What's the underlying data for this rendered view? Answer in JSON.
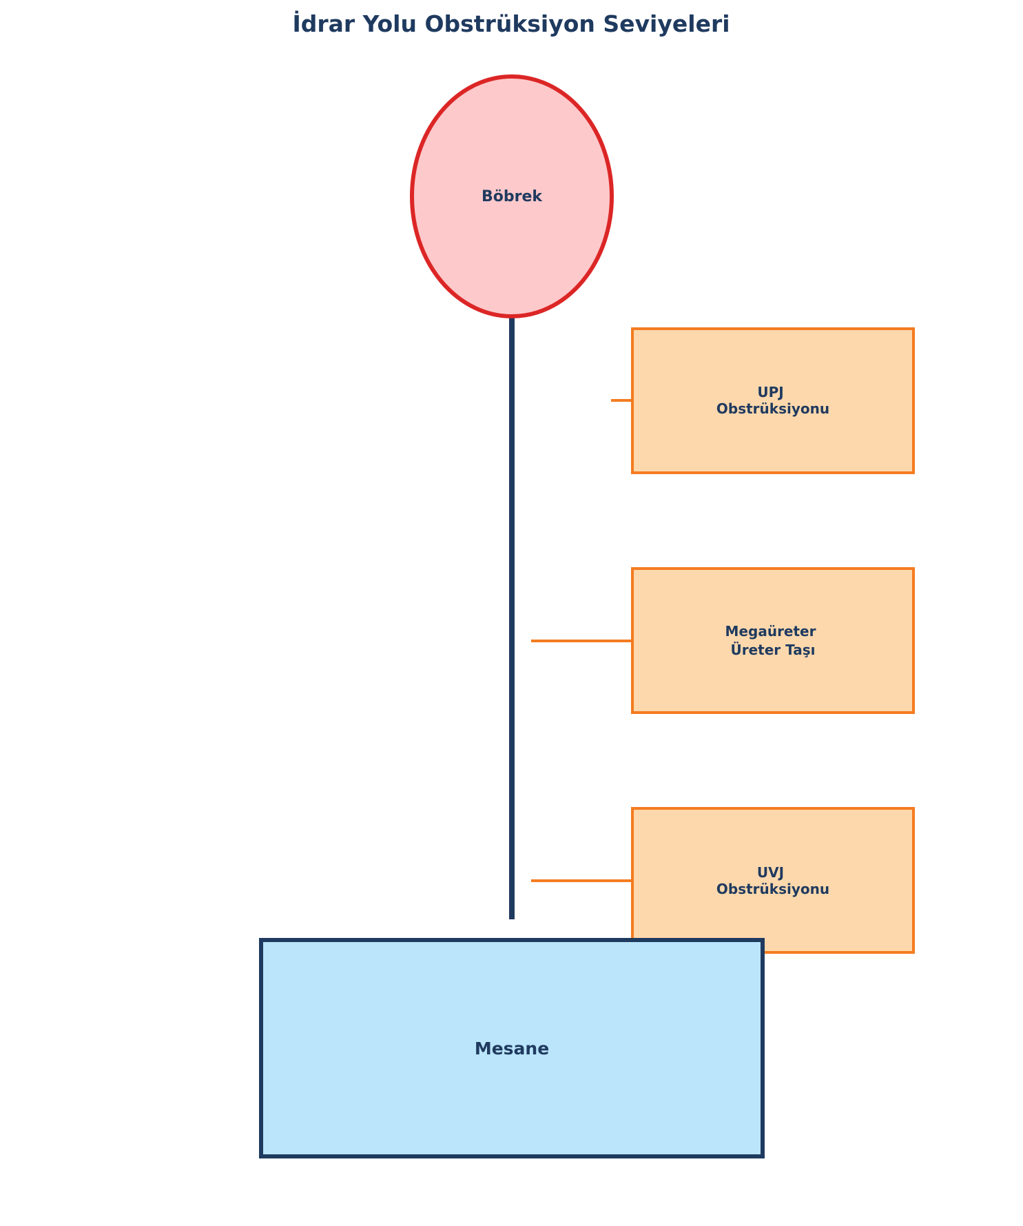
{
  "title": "İdrar Yolu Obstrüksiyon Seviyeleri",
  "colors": {
    "text": "#1f3a5f",
    "ureter_line": "#1f3a5f",
    "kidney_fill": "#fdc9cb",
    "kidney_stroke": "#dc2626",
    "obstruction_fill": "#fdd8ac",
    "obstruction_stroke": "#f47c20",
    "bladder_fill": "#bae5fb",
    "bladder_stroke": "#1f3a5f"
  },
  "kidney": {
    "label": "Böbrek"
  },
  "obstructions": [
    {
      "line1": "UPJ",
      "line2": "Obstrüksiyonu"
    },
    {
      "line1": "Megaüreter",
      "line2": "Üreter Taşı"
    },
    {
      "line1": "UVJ",
      "line2": "Obstrüksiyonu"
    }
  ],
  "bladder": {
    "label": "Mesane"
  }
}
